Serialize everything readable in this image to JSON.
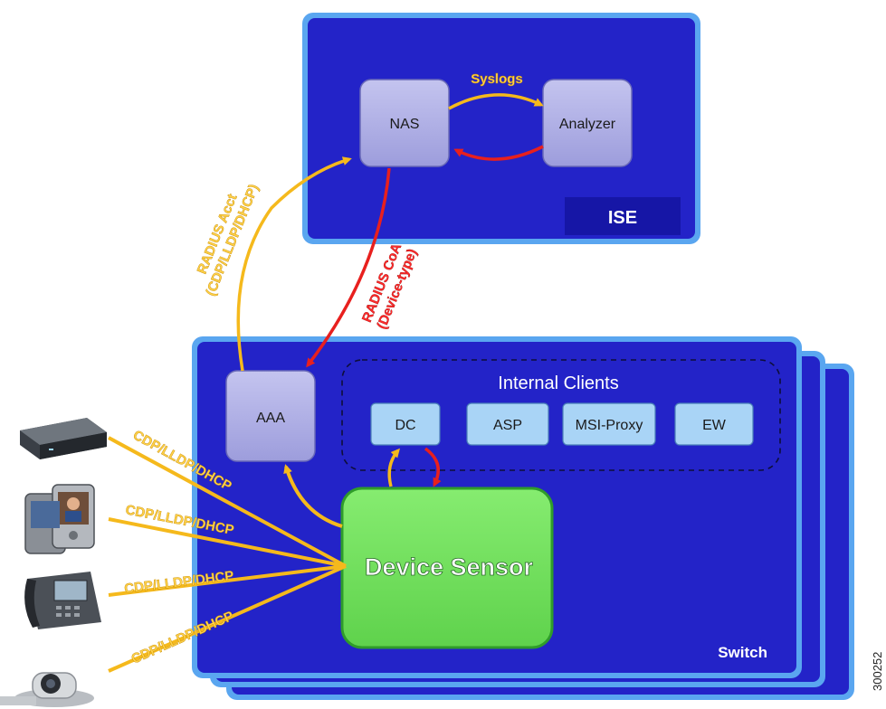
{
  "ise": {
    "label": "ISE",
    "nas_label": "NAS",
    "analyzer_label": "Analyzer",
    "syslogs_label": "Syslogs"
  },
  "links": {
    "radius_acct_line1": "RADIUS Acct",
    "radius_acct_line2": "(CDP/LLDP/DHCP)",
    "radius_coa_line1": "RADIUS CoA",
    "radius_coa_line2": "(Device-type)"
  },
  "switch": {
    "label": "Switch",
    "aaa_label": "AAA",
    "internal_clients_label": "Internal Clients",
    "clients": [
      "DC",
      "ASP",
      "MSI-Proxy",
      "EW"
    ],
    "device_sensor_label": "Device Sensor"
  },
  "endpoint_links": [
    "CDP/LLDP/DHCP",
    "CDP/LLDP/DHCP",
    "CDP/LLDP/DHCP",
    "CDP/LLDP/DHCP"
  ],
  "endpoints": [
    "router-device-icon",
    "pda-device-icon",
    "ip-phone-icon",
    "video-camera-icon"
  ],
  "figure_id": "300252",
  "colors": {
    "panel_blue": "#2323c8",
    "panel_border": "#5aa6f0",
    "node_lavender": "#a9a9e2",
    "client_blue": "#a9d4f6",
    "sensor_green": "#6fe05c",
    "arrow_yellow": "#f5b91c",
    "arrow_red": "#e8201e"
  }
}
